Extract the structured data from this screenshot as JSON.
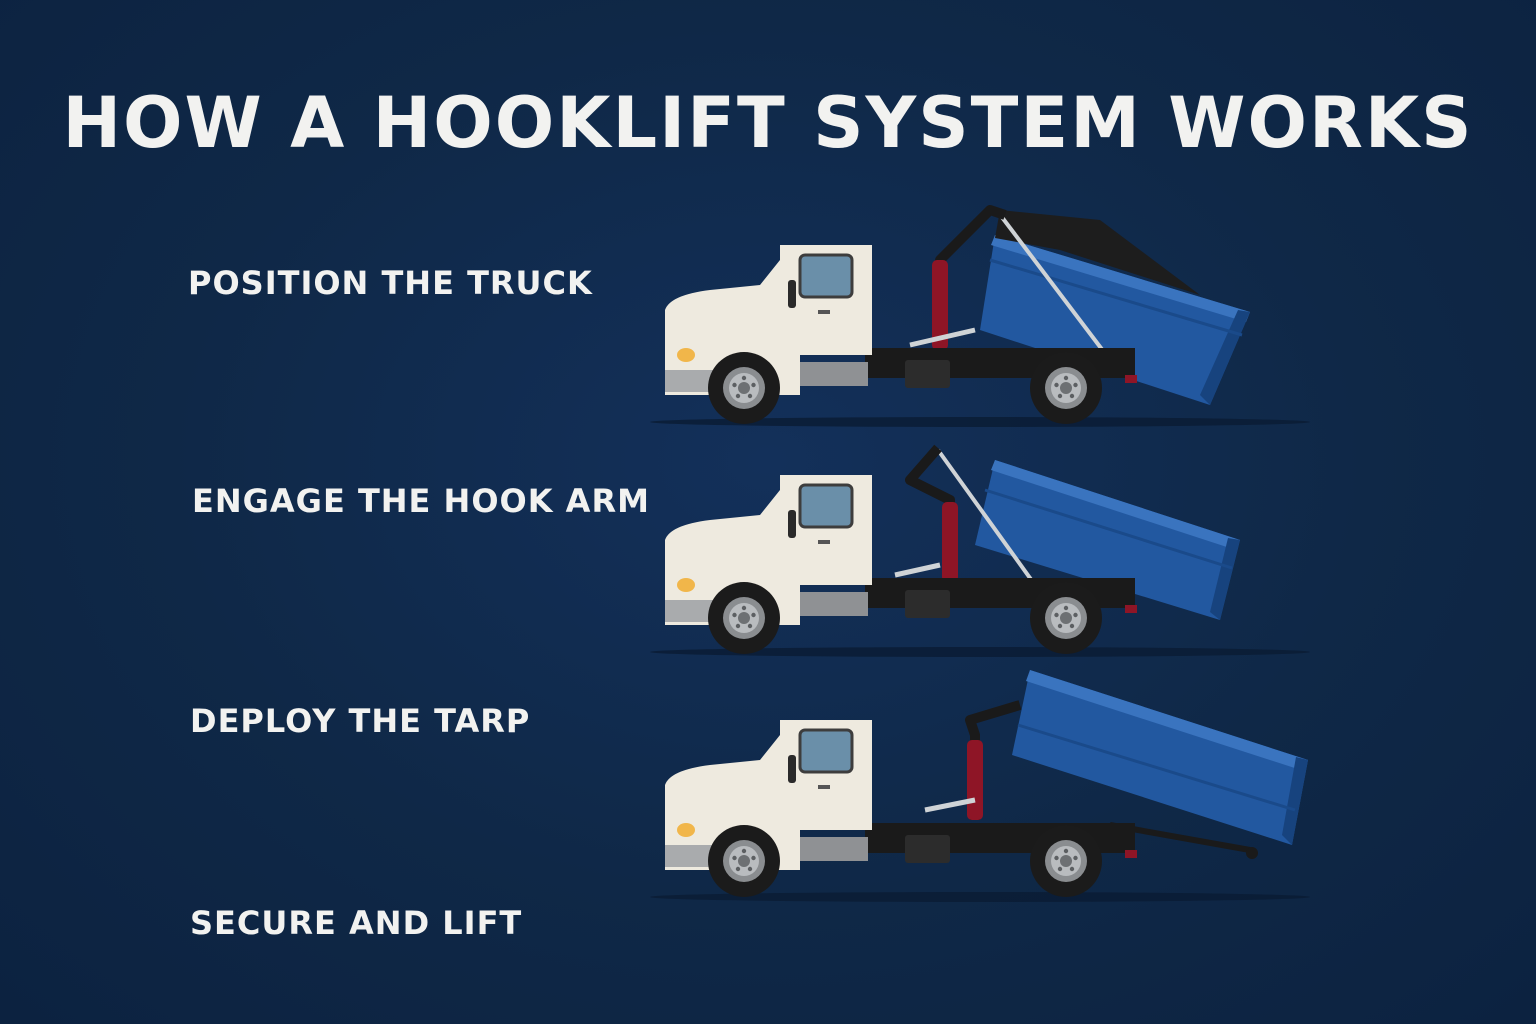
{
  "title": "HOW A HOOKLIFT SYSTEM WORKS",
  "steps": [
    {
      "label": "POSITION THE TRUCK"
    },
    {
      "label": "ENGAGE THE HOOK ARM"
    },
    {
      "label": "DEPLOY THE TARP"
    },
    {
      "label": "SECURE AND LIFT"
    }
  ],
  "colors": {
    "background": "#0f2847",
    "text": "#f2f2f0",
    "cab": "#eeeadf",
    "container": "#2258a0",
    "cylinder": "#8e1526",
    "chassis": "#1a1a1a",
    "tarp": "#1d1d1d"
  },
  "icons": [
    "truck-cab-icon",
    "hook-arm-icon",
    "roll-off-container-icon",
    "wheel-icon",
    "tarp-icon"
  ]
}
